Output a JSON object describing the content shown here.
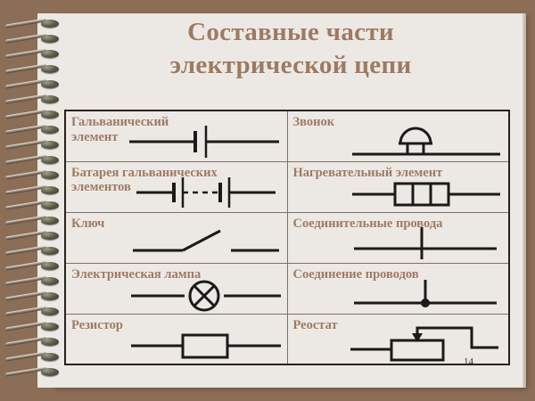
{
  "slide": {
    "title_line1": "Составные части",
    "title_line2": "электрической цепи",
    "page_number": "14",
    "colors": {
      "background": "#8c6d56",
      "paper": "#ece8e3",
      "heading_text": "#9d7a62",
      "label_text": "#9d7a62",
      "symbol_ink": "#1a1a1a",
      "table_border": "#2b2118",
      "cell_border": "#7d7268"
    }
  },
  "table": {
    "rows": [
      {
        "left": {
          "label": "Гальванический\nэлемент",
          "symbol": "galvanic-cell-symbol"
        },
        "right": {
          "label": "Звонок",
          "symbol": "bell-symbol"
        }
      },
      {
        "left": {
          "label": "Батарея гальванических\nэлементов",
          "symbol": "battery-symbol"
        },
        "right": {
          "label": "Нагревательный элемент",
          "symbol": "heating-element-symbol"
        }
      },
      {
        "left": {
          "label": "Ключ",
          "symbol": "switch-symbol"
        },
        "right": {
          "label": "Соединительные провода",
          "symbol": "crossing-wires-symbol"
        }
      },
      {
        "left": {
          "label": "Электрическая лампа",
          "symbol": "lamp-symbol"
        },
        "right": {
          "label": "Соединение проводов",
          "symbol": "wire-junction-symbol"
        }
      },
      {
        "left": {
          "label": "Резистор",
          "symbol": "resistor-symbol"
        },
        "right": {
          "label": "Реостат",
          "symbol": "rheostat-symbol"
        }
      }
    ]
  },
  "binding": {
    "ring_count": 24,
    "icon": "spiral-ring-icon"
  }
}
